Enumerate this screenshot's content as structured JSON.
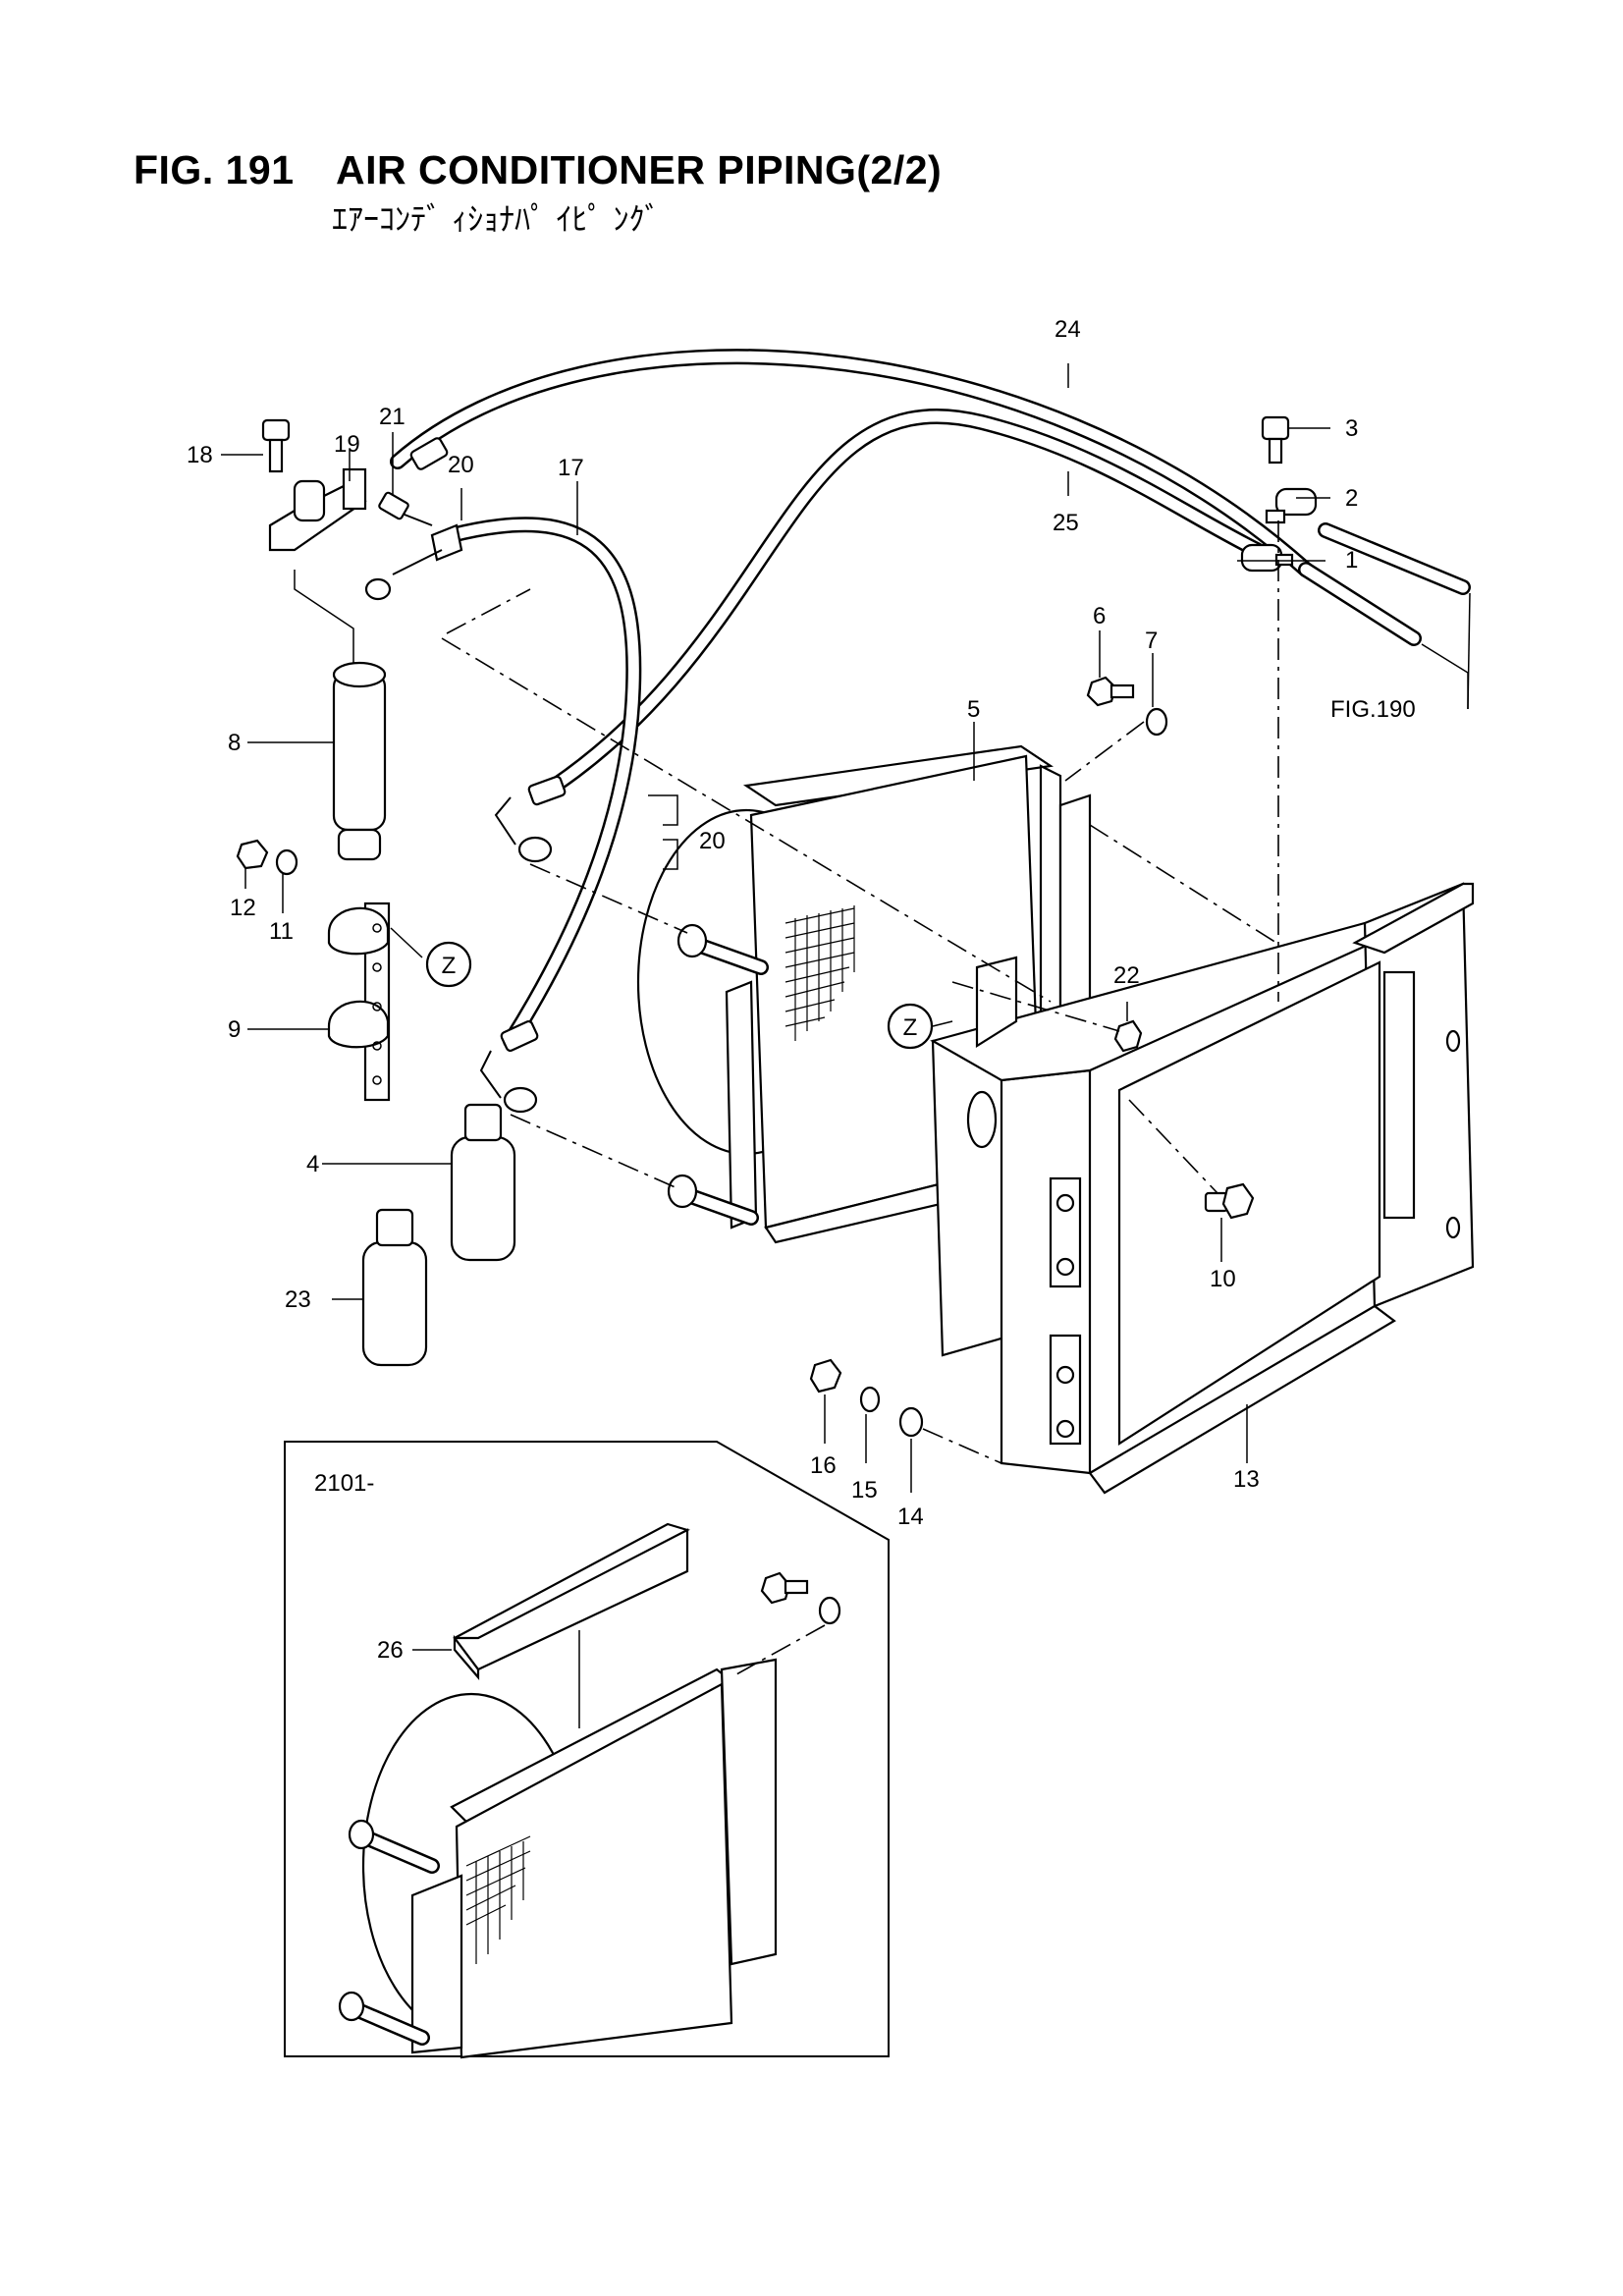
{
  "header": {
    "fig_no": "FIG. 191",
    "title": "AIR CONDITIONER PIPING(2/2)",
    "subtitle": "ｴｱｰｺﾝﾃﾞ ｨｼｮﾅﾊﾟ ｲﾋﾟ ﾝｸﾞ"
  },
  "callouts": {
    "p1": "1",
    "p2": "2",
    "p3": "3",
    "p4": "4",
    "p5": "5",
    "p6": "6",
    "p7": "7",
    "p8": "8",
    "p9": "9",
    "p10": "10",
    "p11": "11",
    "p12": "12",
    "p13": "13",
    "p14": "14",
    "p15": "15",
    "p16": "16",
    "p17": "17",
    "p18": "18",
    "p19": "19",
    "p20a": "20",
    "p20b": "20",
    "p21": "21",
    "p22": "22",
    "p23": "23",
    "p24": "24",
    "p25": "25",
    "p26": "26"
  },
  "references": {
    "fig190": "FIG.190",
    "detail_z1": "Z",
    "detail_z2": "Z"
  },
  "inset": {
    "serial_label": "2101-"
  }
}
